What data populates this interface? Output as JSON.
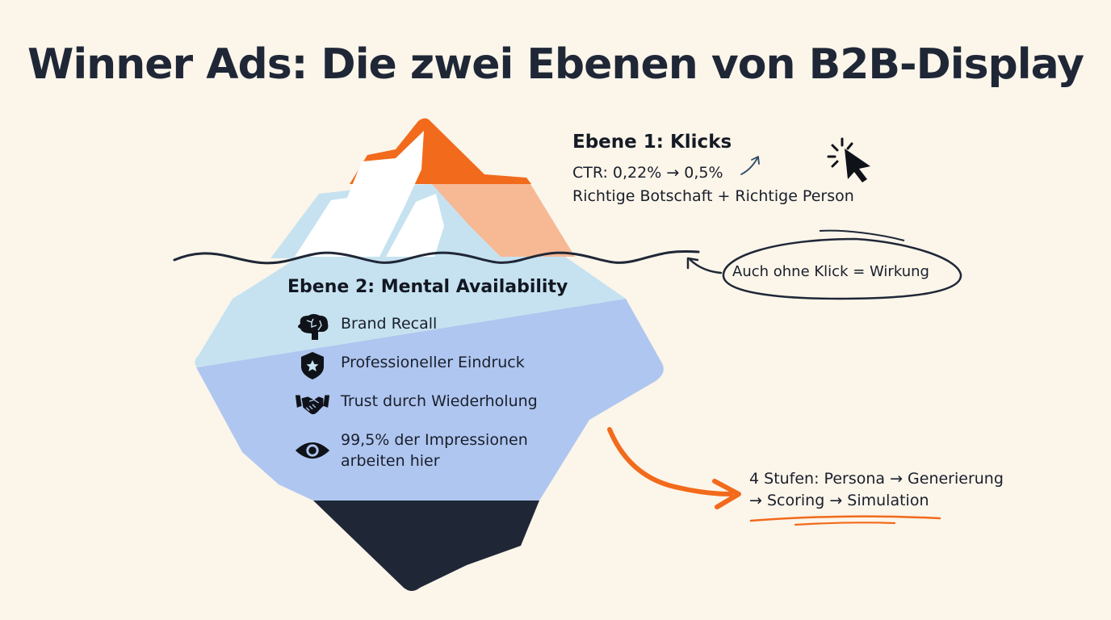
{
  "title": "Winner Ads: Die zwei Ebenen von B2B-Display",
  "colors": {
    "background": "#fbf5ea",
    "accent_orange": "#f26a1b",
    "peach": "#f7b894",
    "ice_light": "#c6e2f0",
    "ice_mid": "#afc6f0",
    "ice_dark": "#1f2737",
    "ink": "#1f2737"
  },
  "level1": {
    "heading": "Ebene 1: Klicks",
    "ctr": "CTR: 0,22% → 0,5%",
    "message": "Richtige Botschaft + Richtige Person",
    "icon": "cursor-click-icon"
  },
  "callout": {
    "text": "Auch ohne Klick = Wirkung"
  },
  "level2": {
    "heading": "Ebene 2: Mental Availability",
    "items": [
      {
        "icon": "brain-icon",
        "label": "Brand Recall"
      },
      {
        "icon": "shield-star-icon",
        "label": "Professioneller Eindruck"
      },
      {
        "icon": "handshake-icon",
        "label": "Trust durch Wiederholung"
      },
      {
        "icon": "eye-icon",
        "label": "99,5% der Impressionen",
        "label2": "arbeiten hier"
      }
    ]
  },
  "process": {
    "line1": "4 Stufen: Persona → Generierung",
    "line2": "→ Scoring → Simulation"
  }
}
